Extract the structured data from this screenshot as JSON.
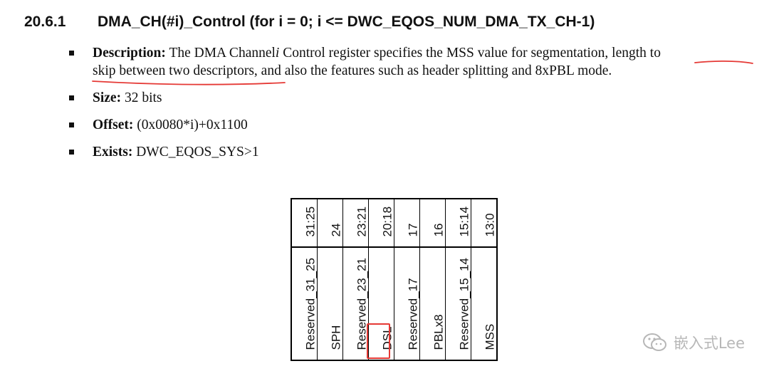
{
  "section": {
    "number": "20.6.1",
    "title": "DMA_CH(#i)_Control (for i = 0; i <= DWC_EQOS_NUM_DMA_TX_CH-1)"
  },
  "bullets": {
    "description": {
      "label": "Description:",
      "text_part1": "The DMA Channel",
      "italic_i": "i",
      "text_part2": " Control register specifies the MSS value for segmentation, ",
      "underlined_1": "length to",
      "underlined_2": "skip between two descriptors",
      "text_part3": ", and also the features such as header splitting and 8xPBL mode."
    },
    "size": {
      "label": "Size:",
      "value": " 32 bits"
    },
    "offset": {
      "label": "Offset:",
      "value": " (0x0080*i)+0x1100"
    },
    "exists": {
      "label": "Exists:",
      "value": " DWC_EQOS_SYS>1"
    }
  },
  "register_table": {
    "bits": [
      "31:25",
      "24",
      "23:21",
      "20:18",
      "17",
      "16",
      "15:14",
      "13:0"
    ],
    "fields": [
      "Reserved_31_25",
      "SPH",
      "Reserved_23_21",
      "DSL",
      "Reserved_17",
      "PBLx8",
      "Reserved_15_14",
      "MSS"
    ],
    "highlighted_field": "DSL"
  },
  "watermark": {
    "text": "嵌入式Lee",
    "icon": "wechat-icon"
  },
  "colors": {
    "annotation_red": "#e53935",
    "watermark_gray": "#b7b7b7"
  }
}
